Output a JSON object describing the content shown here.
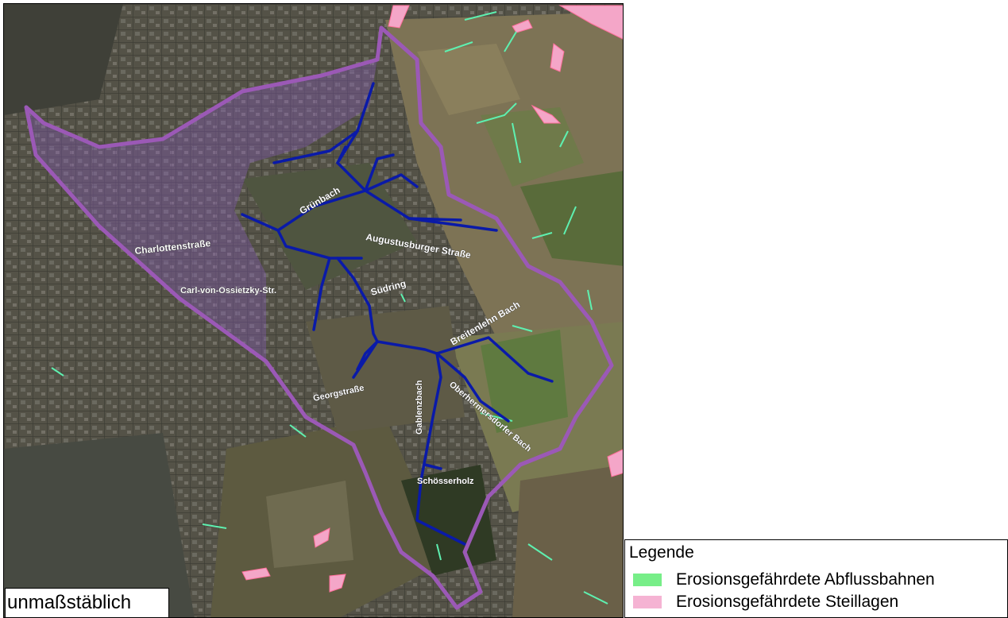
{
  "map": {
    "street_labels": {
      "gruenbach": "Grünbach",
      "charlottenstrasse": "Charlottenstraße",
      "augustusburger": "Augustusburger Straße",
      "carl_von_ossietzky": "Carl-von-Ossietzky-Str.",
      "suedring": "Südring",
      "breitenlehn_bach": "Breitenlehn Bach",
      "georgstrasse": "Georgstraße",
      "gablenzbach": "Gablenzbach",
      "oberhermersdorfer_bach": "Oberhermersdorfer Bach",
      "schoesserholz": "Schösserholz"
    },
    "colors": {
      "catchment_boundary": "#9b59b6",
      "river": "#0a1aa8",
      "erosion_runoff": "#5ef0b0",
      "steep_slope": "#f4a6c8",
      "urban_overlay": "#8a5cc0"
    }
  },
  "scale_note": "unmaßstäblich",
  "legend": {
    "title": "Legende",
    "items": [
      {
        "label": "Erosionsgefährdete Abflussbahnen",
        "color": "#77ee88"
      },
      {
        "label": "Erosionsgefährdete Steillagen",
        "color": "#f5b3d3"
      }
    ]
  }
}
